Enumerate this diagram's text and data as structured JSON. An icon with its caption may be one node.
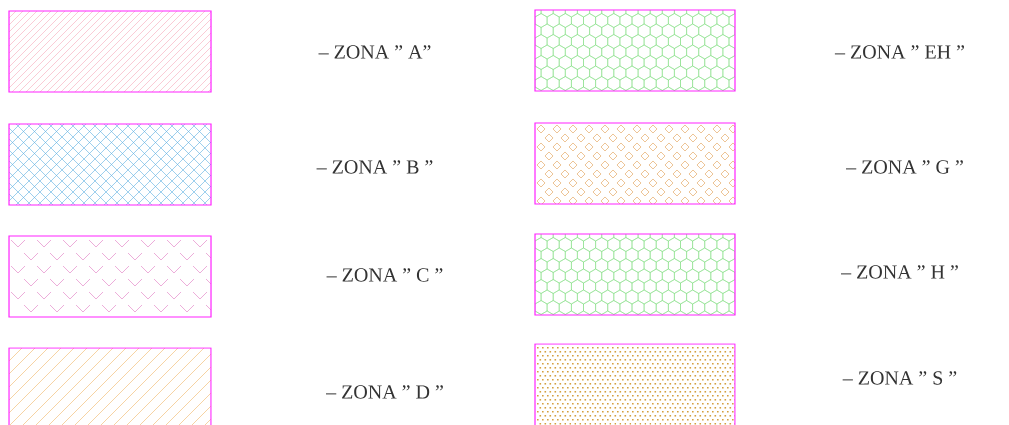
{
  "diagram": {
    "legend": [
      {
        "text": "– ZONA ” A”"
      },
      {
        "text": "– ZONA ” B ”"
      },
      {
        "text": "– ZONA ” C ”"
      },
      {
        "text": "– ZONA ” D ”"
      },
      {
        "text": "– ZONA ” EH ”"
      },
      {
        "text": "– ZONA ” G ”"
      },
      {
        "text": "– ZONA ” H ”"
      },
      {
        "text": "– ZONA ” S ”"
      }
    ]
  }
}
